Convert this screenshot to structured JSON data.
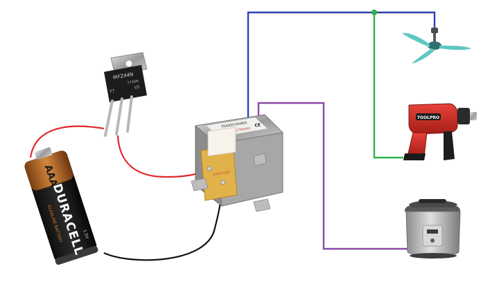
{
  "battery": {
    "size_label": "AAA",
    "brand": "DURACELL",
    "subtitle": "ALKALINE BATTERY",
    "voltage": "1.5V"
  },
  "transistor": {
    "part_number": "IRFZ44N",
    "code_line": "2736N",
    "left_mark": "77",
    "right_mark": "V5"
  },
  "transformer": {
    "label_title": "TRANSFORMER",
    "label_brand": "CIRC ELECTRONIC",
    "label_line": "220V-110V",
    "ce_mark": "CE"
  },
  "drill": {
    "brand_label": "TOOLPRO"
  },
  "colors": {
    "red_wire": "#e0262b",
    "black_wire": "#111111",
    "blue_wire": "#2a3fb3",
    "green_wire": "#2db34a",
    "purple_wire": "#8a48a8",
    "junction_dot": "#2db34a",
    "fan_teal": "#5fc7c4"
  }
}
